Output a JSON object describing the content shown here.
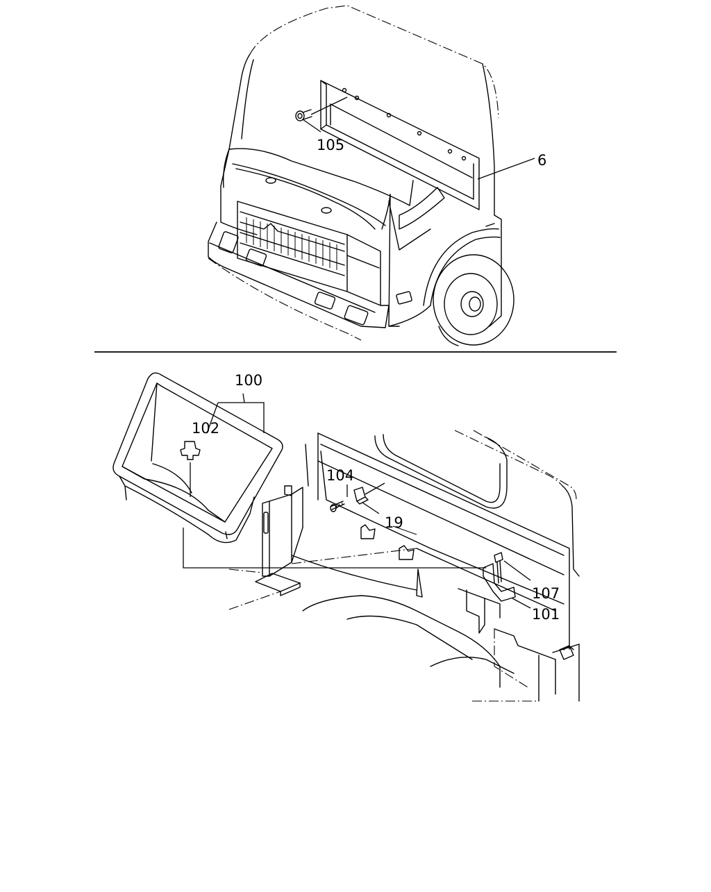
{
  "figure": {
    "top_view": {
      "callouts": [
        "105",
        "6"
      ]
    },
    "bottom_view": {
      "callouts": [
        "100",
        "102",
        "104",
        "19",
        "107",
        "101"
      ]
    }
  }
}
